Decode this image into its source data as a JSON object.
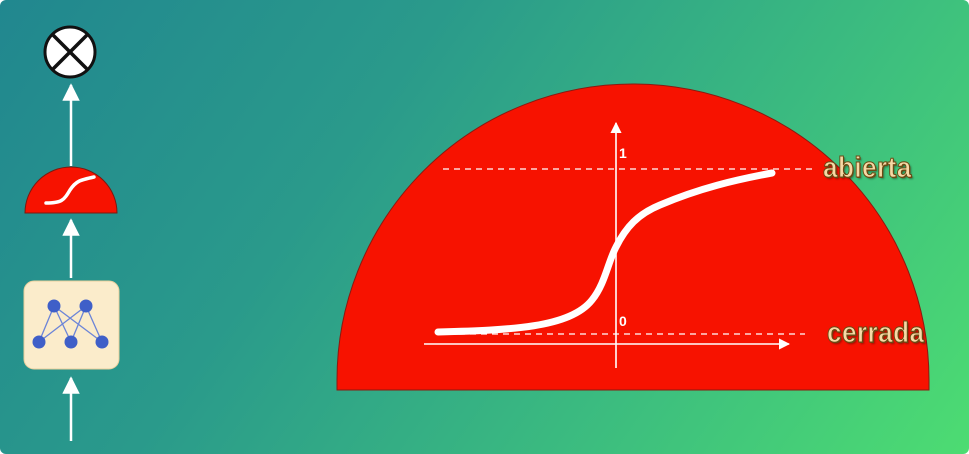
{
  "labels": {
    "open": "abierta",
    "closed": "cerrada",
    "tick_one": "1",
    "tick_zero": "0"
  },
  "icons": {
    "multiply": "multiply-circle-icon",
    "sigmoid_gate": "sigmoid-gate-icon",
    "neural_net": "neural-network-icon"
  },
  "colors": {
    "background_start": "#21878f",
    "background_end": "#4ddc72",
    "gate_red": "#f71200",
    "curve": "#ffffff",
    "label_fill": "#f7d9a6",
    "label_outline": "#6b4a14",
    "nn_box": "#fbeccb",
    "nn_nodes": "#3f5fc8"
  }
}
